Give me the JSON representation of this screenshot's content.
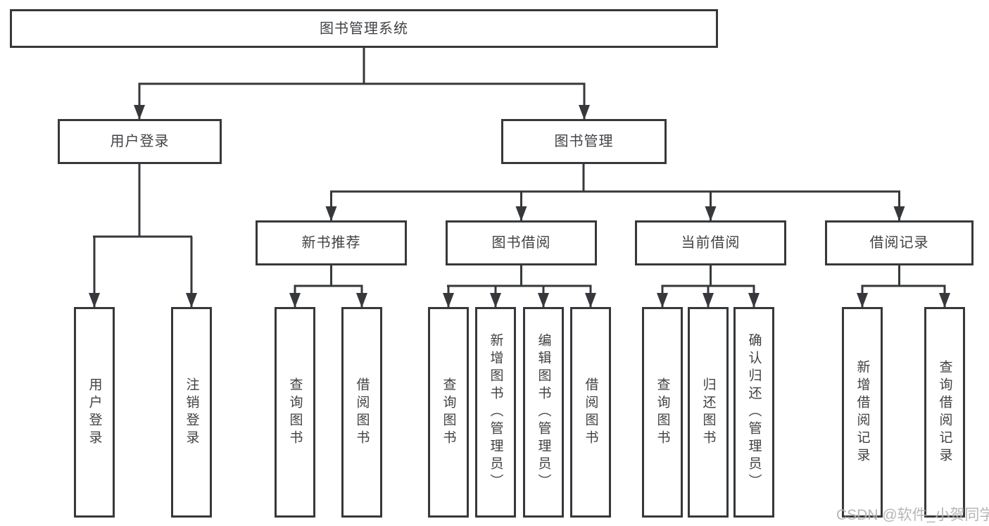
{
  "nodes": {
    "root": "图书管理系统",
    "level2": {
      "user_login": "用户登录",
      "book_management": "图书管理"
    },
    "level3": {
      "new_book": "新书推荐",
      "book_borrow": "图书借阅",
      "current_borrow": "当前借阅",
      "borrow_record": "借阅记录"
    },
    "leaves": {
      "user_login": [
        "用户登录",
        "注销登录"
      ],
      "new_book": [
        "查询图书",
        "借阅图书"
      ],
      "book_borrow": [
        "查询图书",
        "新增图书（管理员）",
        "编辑图书（管理员）",
        "借阅图书"
      ],
      "current_borrow": [
        "查询图书",
        "归还图书",
        "确认归还（管理员）"
      ],
      "borrow_record": [
        "新增借阅记录",
        "查询借阅记录"
      ]
    }
  },
  "watermark": {
    "text": "CSDN @软件_小贺同学",
    "color": "#aaaaaa"
  },
  "colors": {
    "line": "#36383b",
    "box_border": "#36383b",
    "text": "#3f4245",
    "background": "#ffffff"
  }
}
